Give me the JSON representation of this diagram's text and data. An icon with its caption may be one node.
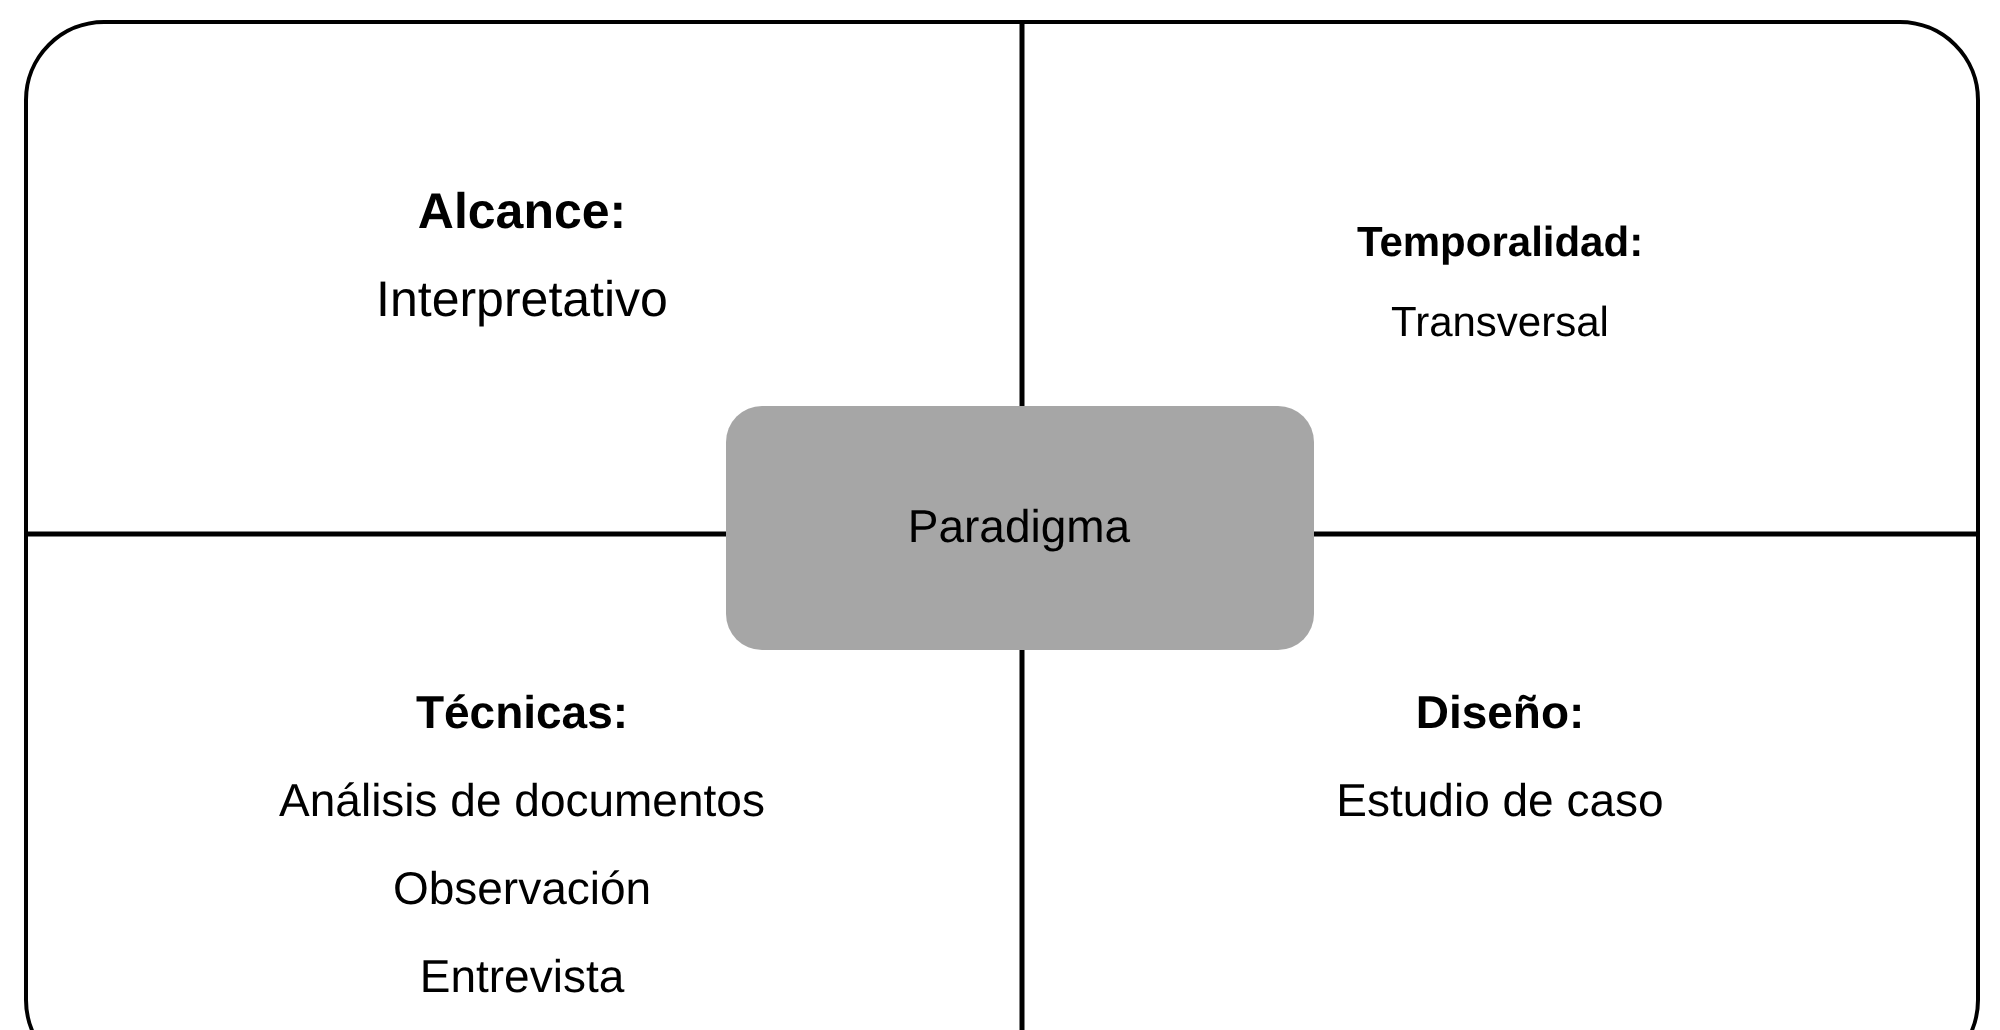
{
  "diagram": {
    "nodes": [
      {
        "text": [],
        "shape": "box"
      },
      {
        "text": [
          "Alcance:",
          "Interpretativo"
        ],
        "in": 0
      },
      {
        "text": [
          "Temporalidad:",
          "Transversal"
        ],
        "in": 0
      },
      {
        "text": [
          "Paradigma"
        ],
        "in": 0
      },
      {
        "text": [
          "Técnicas:",
          "Análisis de documentos",
          "Observación",
          "Entrevista"
        ],
        "in": 0
      },
      {
        "text": [
          "Diseño:",
          "Estudio de caso"
        ],
        "in": 0
      }
    ],
    "edges": []
  }
}
